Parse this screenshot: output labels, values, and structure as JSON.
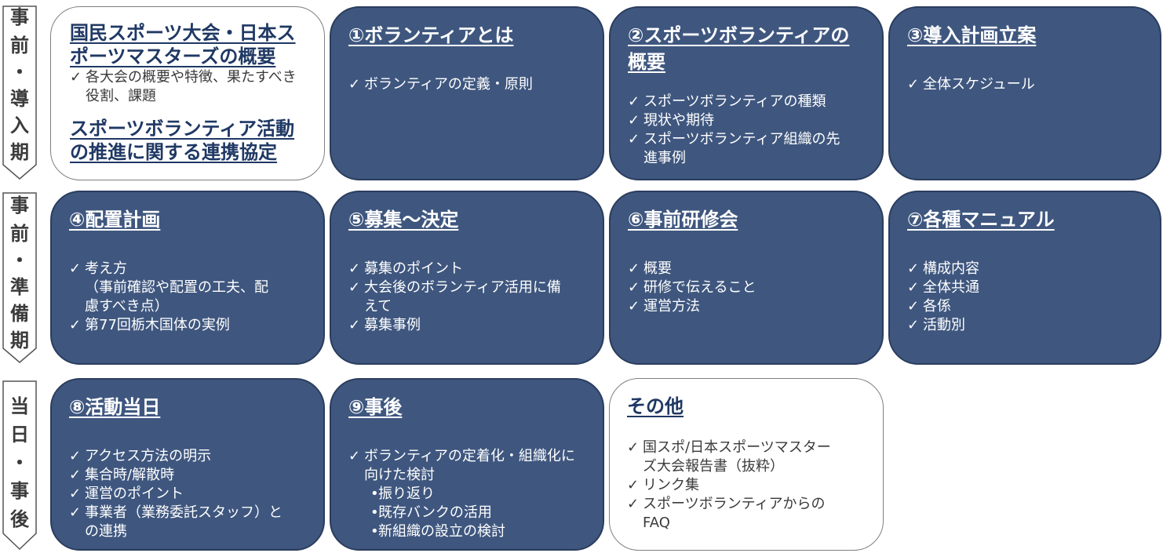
{
  "phases": [
    {
      "id": "pre-intro",
      "chars": [
        "事",
        "前",
        "・",
        "導",
        "入",
        "期"
      ]
    },
    {
      "id": "pre-prep",
      "chars": [
        "事",
        "前",
        "・",
        "準",
        "備",
        "期"
      ]
    },
    {
      "id": "day-after",
      "chars": [
        "当",
        "日",
        "・",
        "事",
        "後"
      ]
    }
  ],
  "cards": {
    "overview": {
      "title1": "国民スポーツ大会・日本スポーツマスターズの概要",
      "items": [
        "各大会の概要や特徴、果たすべき役割、課題"
      ],
      "title2": "スポーツボランティア活動の推進に関する連携協定"
    },
    "c1": {
      "title": "①ボランティアとは",
      "items": [
        "ボランティアの定義・原則"
      ]
    },
    "c2": {
      "title": "②スポーツボランティアの概要",
      "items": [
        "スポーツボランティアの種類",
        "現状や期待",
        "スポーツボランティア組織の先進事例"
      ]
    },
    "c3": {
      "title": "③導入計画立案",
      "items": [
        "全体スケジュール"
      ]
    },
    "c4": {
      "title": "④配置計画",
      "items": [
        "考え方",
        "（事前確認や配置の工夫、配慮すべき点）",
        "第77回栃木国体の実例"
      ]
    },
    "c5": {
      "title": "⑤募集～決定",
      "items": [
        "募集のポイント",
        "大会後のボランティア活用に備えて",
        "募集事例"
      ]
    },
    "c6": {
      "title": "⑥事前研修会",
      "items": [
        "概要",
        "研修で伝えること",
        "運営方法"
      ]
    },
    "c7": {
      "title": "⑦各種マニュアル",
      "items": [
        "構成内容",
        "全体共通",
        "各係",
        "活動別"
      ]
    },
    "c8": {
      "title": "⑧活動当日",
      "items": [
        "アクセス方法の明示",
        "集合時/解散時",
        "運営のポイント",
        "事業者（業務委託スタッフ）との連携"
      ]
    },
    "c9": {
      "title": "⑨事後",
      "items": [
        "ボランティアの定着化・組織化に向けた検討",
        "振り返り",
        "既存バンクの活用",
        "新組織の設立の検討"
      ]
    },
    "other": {
      "title": "その他",
      "items": [
        "国スポ/日本スポーツマスターズ大会報告書（抜粋）",
        "リンク集",
        "スポーツボランティアからのFAQ"
      ]
    }
  }
}
